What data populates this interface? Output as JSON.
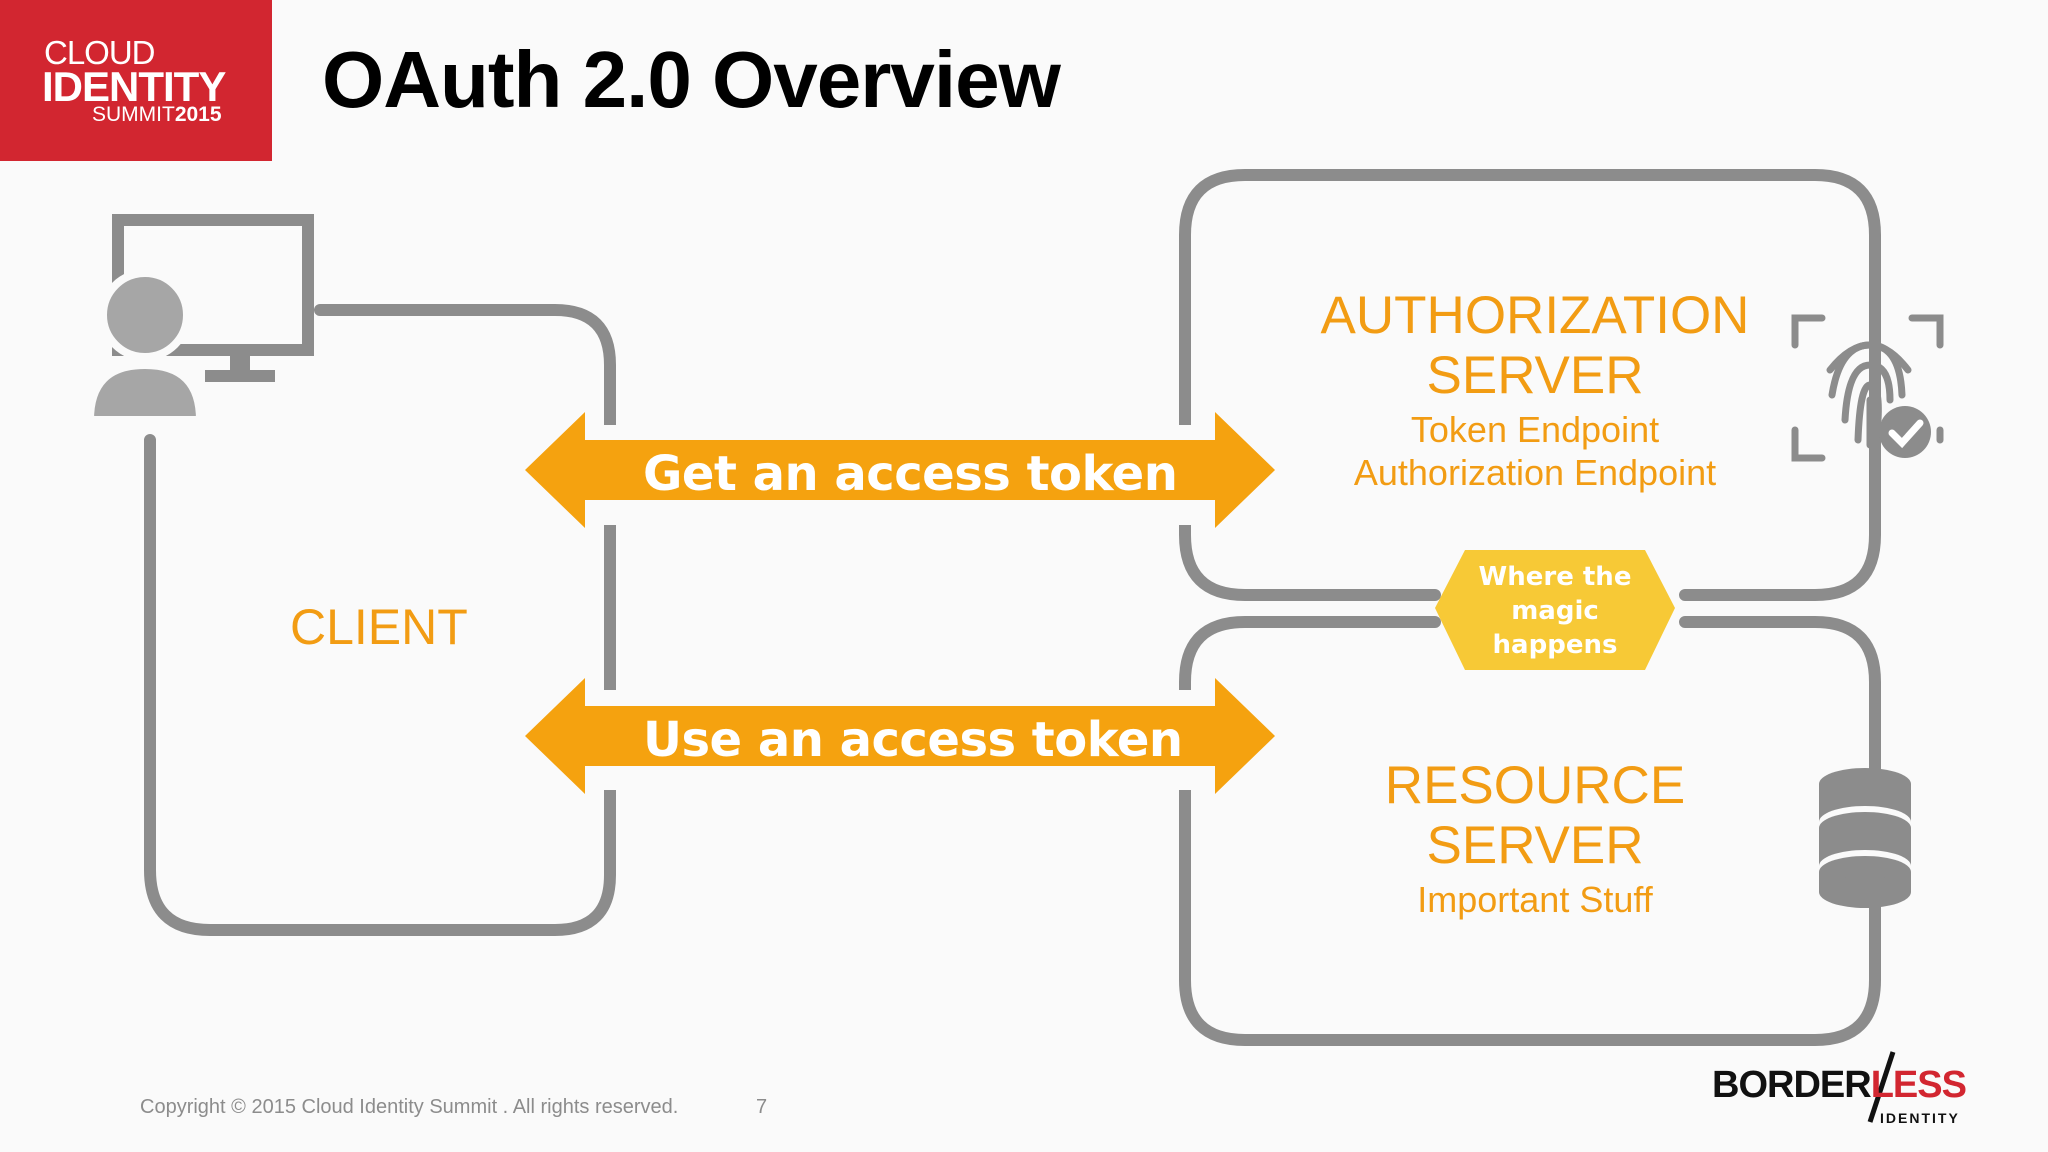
{
  "logo": {
    "line1": "CLOUD",
    "line2": "IDENTITY",
    "line3_a": "SUMMIT",
    "line3_b": "2015"
  },
  "title": "OAuth 2.0 Overview",
  "client": {
    "label": "CLIENT",
    "icon": "user-computer-icon"
  },
  "authorization_server": {
    "title_line1": "AUTHORIZATION",
    "title_line2": "SERVER",
    "sub_line1": "Token Endpoint",
    "sub_line2": "Authorization Endpoint",
    "icon": "fingerprint-check-icon"
  },
  "resource_server": {
    "title_line1": "RESOURCE",
    "title_line2": "SERVER",
    "sub_line1": "Important Stuff",
    "icon": "database-icon"
  },
  "arrows": {
    "get_token": "Get an access token",
    "use_token": "Use an access token"
  },
  "magic": {
    "line1": "Where the",
    "line2": "magic",
    "line3": "happens"
  },
  "footer": {
    "copyright": "Copyright © 2015 Cloud Identity Summit . All rights reserved.",
    "page_number": "7"
  },
  "brand": {
    "part1": "BORDER",
    "part2": "LESS",
    "sub": "IDENTITY"
  },
  "colors": {
    "orange": "#f5a20f",
    "gray": "#8c8c8c",
    "red": "#d22630",
    "yellow": "#f7c936"
  }
}
